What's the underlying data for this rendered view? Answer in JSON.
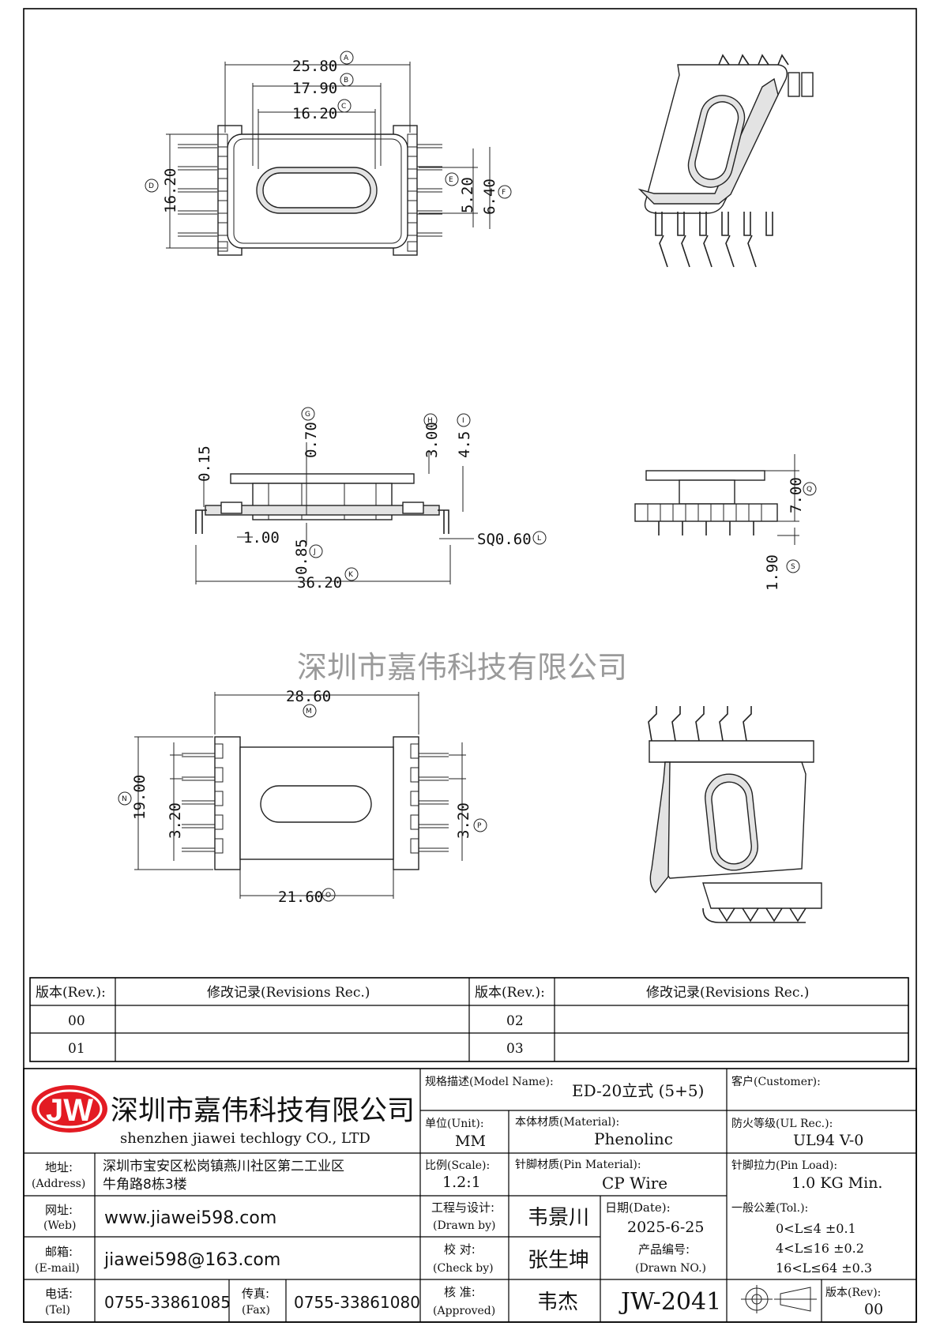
{
  "watermark": "深圳市嘉伟科技有限公司",
  "dimensions": {
    "A": "25.80",
    "B": "17.90",
    "C": "16.20",
    "D": "16.20",
    "E": "5.20",
    "F": "6.40",
    "G": "0.70",
    "H": "3.00",
    "I": "4.5",
    "h015": "0.15",
    "h100": "1.00",
    "J": "0.85",
    "K": "36.20",
    "L": "SQ0.60",
    "Q": "7.00",
    "S": "1.90",
    "M": "28.60",
    "N": "19.00",
    "n320": "3.20",
    "P": "3.20",
    "O": "21.60"
  },
  "bubbles": [
    "A",
    "B",
    "C",
    "D",
    "E",
    "F",
    "G",
    "H",
    "I",
    "J",
    "K",
    "L",
    "M",
    "N",
    "O",
    "P",
    "Q",
    "S"
  ],
  "revisions": {
    "header_rev": "版本(Rev.):",
    "header_rec": "修改记录(Revisions Rec.)",
    "rows_left": [
      "00",
      "01"
    ],
    "rows_right": [
      "02",
      "03"
    ]
  },
  "company": {
    "logo": "JW",
    "name_cn": "深圳市嘉伟科技有限公司",
    "name_en": "shenzhen jiawei techlogy CO., LTD",
    "address_label": "地址:",
    "address_label_en": "(Address)",
    "address_line1": "深圳市宝安区松岗镇燕川社区第二工业区",
    "address_line2": "牛角路8栋3楼",
    "web_label": "网址:",
    "web_label_en": "(Web)",
    "web": "www.jiawei598.com",
    "email_label": "邮箱:",
    "email_label_en": "(E-mail)",
    "email": "jiawei598@163.com",
    "tel_label": "电话:",
    "tel_label_en": "(Tel)",
    "tel": "0755-33861085",
    "fax_label": "传真:",
    "fax_label_en": "(Fax)",
    "fax": "0755-33861080"
  },
  "spec": {
    "model_label": "规格描述(Model Name):",
    "model": "ED-20立式 (5+5)",
    "customer_label": "客户(Customer):",
    "unit_label": "单位(Unit):",
    "unit": "MM",
    "material_label": "本体材质(Material):",
    "material": "Phenolinc",
    "ul_label": "防火等级(UL Rec.):",
    "ul": "UL94 V-0",
    "scale_label": "比例(Scale):",
    "scale": "1.2:1",
    "pin_material_label": "针脚材质(Pin Material):",
    "pin_material": "CP Wire",
    "pin_load_label": "针脚拉力(Pin Load):",
    "pin_load": "1.0 KG Min.",
    "drawn_label": "工程与设计:",
    "drawn_label_en": "(Drawn by)",
    "drawn": "韦景川",
    "date_label": "日期(Date):",
    "date": "2025-6-25",
    "tol_label": "一般公差(Tol.):",
    "tol": [
      "0<L≤4   ±0.1",
      "4<L≤16  ±0.2",
      "16<L≤64 ±0.3"
    ],
    "check_label": "校  对:",
    "check_label_en": "(Check by)",
    "check": "张生坤",
    "drawing_no_label": "产品编号:",
    "drawing_no_label_en": "(Drawn NO.)",
    "approve_label": "核  准:",
    "approve_label_en": "(Approved)",
    "approve": "韦杰",
    "drawing_no": "JW-2041",
    "rev_label": "版本(Rev):",
    "rev": "00"
  }
}
